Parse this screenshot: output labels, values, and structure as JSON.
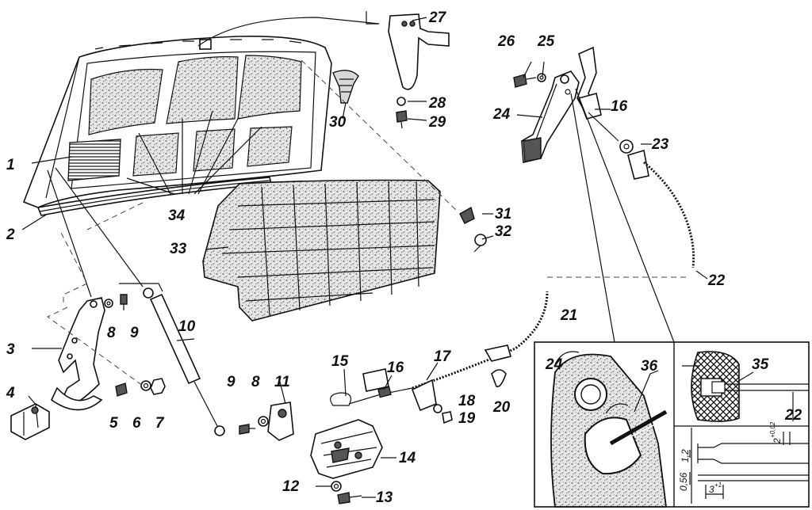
{
  "labels": {
    "l1": "1",
    "l2": "2",
    "l3": "3",
    "l4": "4",
    "l5": "5",
    "l6": "6",
    "l7": "7",
    "l8a": "8",
    "l8b": "8",
    "l9a": "9",
    "l9b": "9",
    "l10": "10",
    "l11": "11",
    "l12": "12",
    "l13": "13",
    "l14": "14",
    "l15": "15",
    "l16a": "16",
    "l16b": "16",
    "l17": "17",
    "l18": "18",
    "l19": "19",
    "l20": "20",
    "l21": "21",
    "l22a": "22",
    "l22b": "22",
    "l23": "23",
    "l24a": "24",
    "l24b": "24",
    "l25": "25",
    "l26": "26",
    "l27": "27",
    "l28": "28",
    "l29": "29",
    "l30": "30",
    "l31": "31",
    "l32": "32",
    "l33": "33",
    "l34": "34",
    "l35": "35",
    "l36": "36"
  },
  "dimensions": {
    "d1": "1,2",
    "d2": "0,56",
    "d3": "2",
    "d3sup": "+0,02",
    "d4": "3",
    "d4sup": "+1"
  },
  "colors": {
    "ink": "#111111",
    "paper": "#ffffff",
    "pad": "#cfcfcf"
  }
}
